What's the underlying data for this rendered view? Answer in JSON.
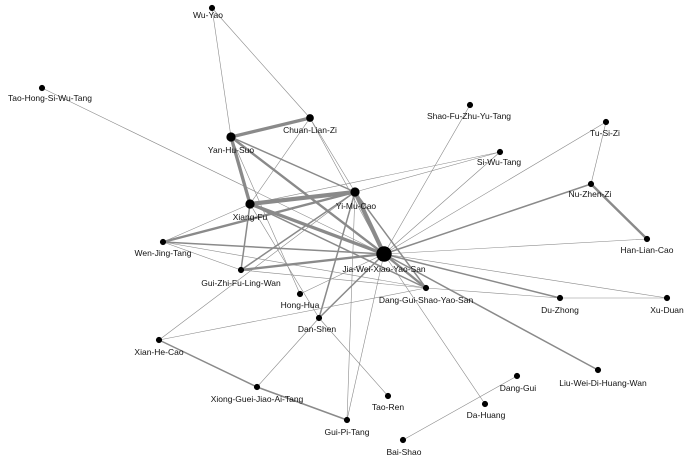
{
  "colors": {
    "edge": "#8a8a8a",
    "node": "#000000",
    "label": "#111111",
    "background": "#ffffff"
  },
  "nodes": [
    {
      "id": "wu-yao",
      "label": "Wu-Yao",
      "size": 4
    },
    {
      "id": "tao-hong-si-wu-tang",
      "label": "Tao-Hong-Si-Wu-Tang",
      "size": 4
    },
    {
      "id": "chuan-lian-zi",
      "label": "Chuan-Lian-Zi",
      "size": 5
    },
    {
      "id": "yan-hu-suo",
      "label": "Yan-Hu-Suo",
      "size": 6
    },
    {
      "id": "shao-fu-zhu-yu-tang",
      "label": "Shao-Fu-Zhu-Yu-Tang",
      "size": 4
    },
    {
      "id": "tu-si-zi",
      "label": "Tu-Si-Zi",
      "size": 4
    },
    {
      "id": "si-wu-tang",
      "label": "Si-Wu-Tang",
      "size": 4
    },
    {
      "id": "nu-zhen-zi",
      "label": "Nu-Zhen-Zi",
      "size": 4
    },
    {
      "id": "yi-mu-cao",
      "label": "Yi-Mu-Cao",
      "size": 6
    },
    {
      "id": "xiang-fu",
      "label": "Xiang-Fu",
      "size": 6
    },
    {
      "id": "wen-jing-tang",
      "label": "Wen-Jing-Tang",
      "size": 4
    },
    {
      "id": "han-lian-cao",
      "label": "Han-Lian-Cao",
      "size": 4
    },
    {
      "id": "jia-wei-xiao-yao-san",
      "label": "Jia-Wei-Xiao-Yao-San",
      "size": 10
    },
    {
      "id": "gui-zhi-fu-ling-wan",
      "label": "Gui-Zhi-Fu-Ling-Wan",
      "size": 4
    },
    {
      "id": "dang-gui-shao-yao-san",
      "label": "Dang-Gui-Shao-Yao-San",
      "size": 4
    },
    {
      "id": "hong-hua",
      "label": "Hong-Hua",
      "size": 4
    },
    {
      "id": "du-zhong",
      "label": "Du-Zhong",
      "size": 4
    },
    {
      "id": "xu-duan",
      "label": "Xu-Duan",
      "size": 4
    },
    {
      "id": "dan-shen",
      "label": "Dan-Shen",
      "size": 4
    },
    {
      "id": "xian-he-cao",
      "label": "Xian-He-Cao",
      "size": 4
    },
    {
      "id": "liu-wei-di-huang-wan",
      "label": "Liu-Wei-Di-Huang-Wan",
      "size": 4
    },
    {
      "id": "dang-gui",
      "label": "Dang-Gui",
      "size": 4
    },
    {
      "id": "xiong-guei-jiao-ai-tang",
      "label": "Xiong-Guei-Jiao-Ai-Tang",
      "size": 4
    },
    {
      "id": "tao-ren",
      "label": "Tao-Ren",
      "size": 4
    },
    {
      "id": "da-huang",
      "label": "Da-Huang",
      "size": 4
    },
    {
      "id": "gui-pi-tang",
      "label": "Gui-Pi-Tang",
      "size": 4
    },
    {
      "id": "bai-shao",
      "label": "Bai-Shao",
      "size": 4
    }
  ],
  "edges": [
    {
      "source": "wu-yao",
      "target": "yan-hu-suo",
      "weight": 1
    },
    {
      "source": "wu-yao",
      "target": "chuan-lian-zi",
      "weight": 1
    },
    {
      "source": "tao-hong-si-wu-tang",
      "target": "jia-wei-xiao-yao-san",
      "weight": 1
    },
    {
      "source": "yan-hu-suo",
      "target": "chuan-lian-zi",
      "weight": 4
    },
    {
      "source": "yan-hu-suo",
      "target": "xiang-fu",
      "weight": 4
    },
    {
      "source": "yan-hu-suo",
      "target": "yi-mu-cao",
      "weight": 2
    },
    {
      "source": "yan-hu-suo",
      "target": "jia-wei-xiao-yao-san",
      "weight": 3
    },
    {
      "source": "yan-hu-suo",
      "target": "hong-hua",
      "weight": 1
    },
    {
      "source": "chuan-lian-zi",
      "target": "xiang-fu",
      "weight": 1
    },
    {
      "source": "chuan-lian-zi",
      "target": "jia-wei-xiao-yao-san",
      "weight": 1
    },
    {
      "source": "chuan-lian-zi",
      "target": "yi-mu-cao",
      "weight": 1
    },
    {
      "source": "xiang-fu",
      "target": "yi-mu-cao",
      "weight": 5
    },
    {
      "source": "xiang-fu",
      "target": "jia-wei-xiao-yao-san",
      "weight": 4
    },
    {
      "source": "xiang-fu",
      "target": "wen-jing-tang",
      "weight": 1
    },
    {
      "source": "xiang-fu",
      "target": "gui-zhi-fu-ling-wan",
      "weight": 2
    },
    {
      "source": "xiang-fu",
      "target": "dang-gui-shao-yao-san",
      "weight": 2
    },
    {
      "source": "xiang-fu",
      "target": "dan-shen",
      "weight": 1
    },
    {
      "source": "xiang-fu",
      "target": "si-wu-tang",
      "weight": 1
    },
    {
      "source": "yi-mu-cao",
      "target": "jia-wei-xiao-yao-san",
      "weight": 5
    },
    {
      "source": "yi-mu-cao",
      "target": "wen-jing-tang",
      "weight": 3
    },
    {
      "source": "yi-mu-cao",
      "target": "gui-zhi-fu-ling-wan",
      "weight": 2
    },
    {
      "source": "yi-mu-cao",
      "target": "dan-shen",
      "weight": 2
    },
    {
      "source": "yi-mu-cao",
      "target": "si-wu-tang",
      "weight": 1
    },
    {
      "source": "yi-mu-cao",
      "target": "dang-gui-shao-yao-san",
      "weight": 2
    },
    {
      "source": "yi-mu-cao",
      "target": "gui-pi-tang",
      "weight": 1
    },
    {
      "source": "yi-mu-cao",
      "target": "xian-he-cao",
      "weight": 1
    },
    {
      "source": "jia-wei-xiao-yao-san",
      "target": "wen-jing-tang",
      "weight": 2
    },
    {
      "source": "jia-wei-xiao-yao-san",
      "target": "gui-zhi-fu-ling-wan",
      "weight": 3
    },
    {
      "source": "jia-wei-xiao-yao-san",
      "target": "dang-gui-shao-yao-san",
      "weight": 3
    },
    {
      "source": "jia-wei-xiao-yao-san",
      "target": "shao-fu-zhu-yu-tang",
      "weight": 1
    },
    {
      "source": "jia-wei-xiao-yao-san",
      "target": "si-wu-tang",
      "weight": 1
    },
    {
      "source": "jia-wei-xiao-yao-san",
      "target": "tu-si-zi",
      "weight": 1
    },
    {
      "source": "jia-wei-xiao-yao-san",
      "target": "nu-zhen-zi",
      "weight": 2
    },
    {
      "source": "jia-wei-xiao-yao-san",
      "target": "han-lian-cao",
      "weight": 1
    },
    {
      "source": "jia-wei-xiao-yao-san",
      "target": "du-zhong",
      "weight": 2
    },
    {
      "source": "jia-wei-xiao-yao-san",
      "target": "xu-duan",
      "weight": 1
    },
    {
      "source": "jia-wei-xiao-yao-san",
      "target": "liu-wei-di-huang-wan",
      "weight": 2
    },
    {
      "source": "jia-wei-xiao-yao-san",
      "target": "dan-shen",
      "weight": 2
    },
    {
      "source": "jia-wei-xiao-yao-san",
      "target": "da-huang",
      "weight": 1
    },
    {
      "source": "jia-wei-xiao-yao-san",
      "target": "hong-hua",
      "weight": 1
    },
    {
      "source": "jia-wei-xiao-yao-san",
      "target": "gui-pi-tang",
      "weight": 1
    },
    {
      "source": "tu-si-zi",
      "target": "nu-zhen-zi",
      "weight": 1
    },
    {
      "source": "nu-zhen-zi",
      "target": "han-lian-cao",
      "weight": 3
    },
    {
      "source": "wen-jing-tang",
      "target": "gui-zhi-fu-ling-wan",
      "weight": 1
    },
    {
      "source": "wen-jing-tang",
      "target": "dang-gui-shao-yao-san",
      "weight": 1
    },
    {
      "source": "gui-zhi-fu-ling-wan",
      "target": "dang-gui-shao-yao-san",
      "weight": 1
    },
    {
      "source": "dang-gui-shao-yao-san",
      "target": "du-zhong",
      "weight": 1
    },
    {
      "source": "dang-gui-shao-yao-san",
      "target": "xian-he-cao",
      "weight": 1
    },
    {
      "source": "du-zhong",
      "target": "xu-duan",
      "weight": 1
    },
    {
      "source": "dan-shen",
      "target": "xiong-guei-jiao-ai-tang",
      "weight": 1
    },
    {
      "source": "dan-shen",
      "target": "tao-ren",
      "weight": 1
    },
    {
      "source": "xian-he-cao",
      "target": "xiong-guei-jiao-ai-tang",
      "weight": 2
    },
    {
      "source": "xiong-guei-jiao-ai-tang",
      "target": "gui-pi-tang",
      "weight": 2
    },
    {
      "source": "dang-gui",
      "target": "bai-shao",
      "weight": 1
    }
  ]
}
